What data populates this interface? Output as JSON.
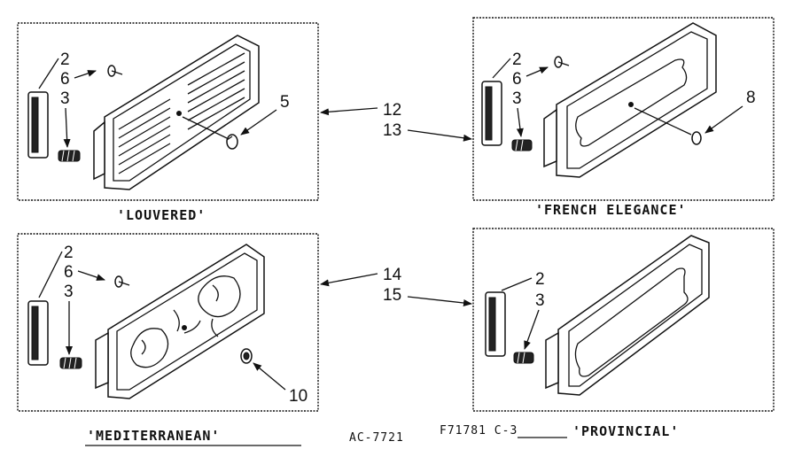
{
  "panels": [
    {
      "caption": "'LOUVERED'",
      "callouts": [
        "2",
        "6",
        "3",
        "5"
      ]
    },
    {
      "caption": "'FRENCH ELEGANCE'",
      "callouts": [
        "2",
        "6",
        "3",
        "8"
      ]
    },
    {
      "caption": "'MEDITERRANEAN'",
      "callouts": [
        "2",
        "6",
        "3",
        "10"
      ]
    },
    {
      "caption": "'PROVINCIAL'",
      "callouts": [
        "2",
        "3"
      ]
    }
  ],
  "group_callouts": [
    "12",
    "13",
    "14",
    "15"
  ],
  "footer": {
    "drawing_ref": "AC-7721",
    "part_ref": "F71781 C-3"
  }
}
